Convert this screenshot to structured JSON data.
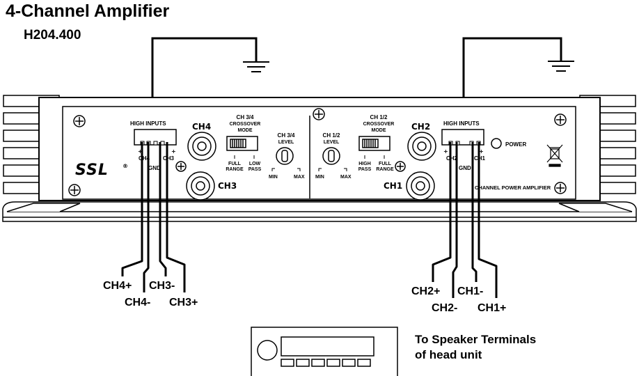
{
  "title": "4-Channel Amplifier",
  "model": "H204.400",
  "brand": "SSL",
  "brand_mark": "®",
  "panel": {
    "high_inputs_left": "HIGH INPUTS",
    "high_inputs_right": "HIGH INPUTS",
    "ch4": "CH4",
    "ch3": "CH3",
    "ch2": "CH2",
    "ch1": "CH1",
    "gnd_left": "GND",
    "gnd_right": "GND",
    "ch34_crossover_line1": "CH 3/4",
    "ch34_crossover_line2": "CROSSOVER",
    "ch34_crossover_line3": "MODE",
    "full_range_line1": "FULL",
    "full_range_line2": "RANGE",
    "low_pass_line1": "LOW",
    "low_pass_line2": "PASS",
    "ch34_level_line1": "CH 3/4",
    "ch34_level_line2": "LEVEL",
    "ch12_level_line1": "CH 1/2",
    "ch12_level_line2": "LEVEL",
    "min_left": "MIN",
    "max_left": "MAX",
    "min_right": "MIN",
    "max_right": "MAX",
    "ch12_crossover_line1": "CH 1/2",
    "ch12_crossover_line2": "CROSSOVER",
    "ch12_crossover_line3": "MODE",
    "high_pass_line1": "HIGH",
    "high_pass_line2": "PASS",
    "full_range2_line1": "FULL",
    "full_range2_line2": "RANGE",
    "power": "POWER",
    "channel_power_amplifier": "CHANNEL POWER AMPLIFIER"
  },
  "wires": {
    "ch4_plus": "CH4+",
    "ch4_minus": "CH4-",
    "ch3_minus": "CH3-",
    "ch3_plus": "CH3+",
    "ch2_plus": "CH2+",
    "ch2_minus": "CH2-",
    "ch1_minus": "CH1-",
    "ch1_plus": "CH1+"
  },
  "caption": {
    "line1": "To Speaker Terminals",
    "line2": "of head unit"
  }
}
